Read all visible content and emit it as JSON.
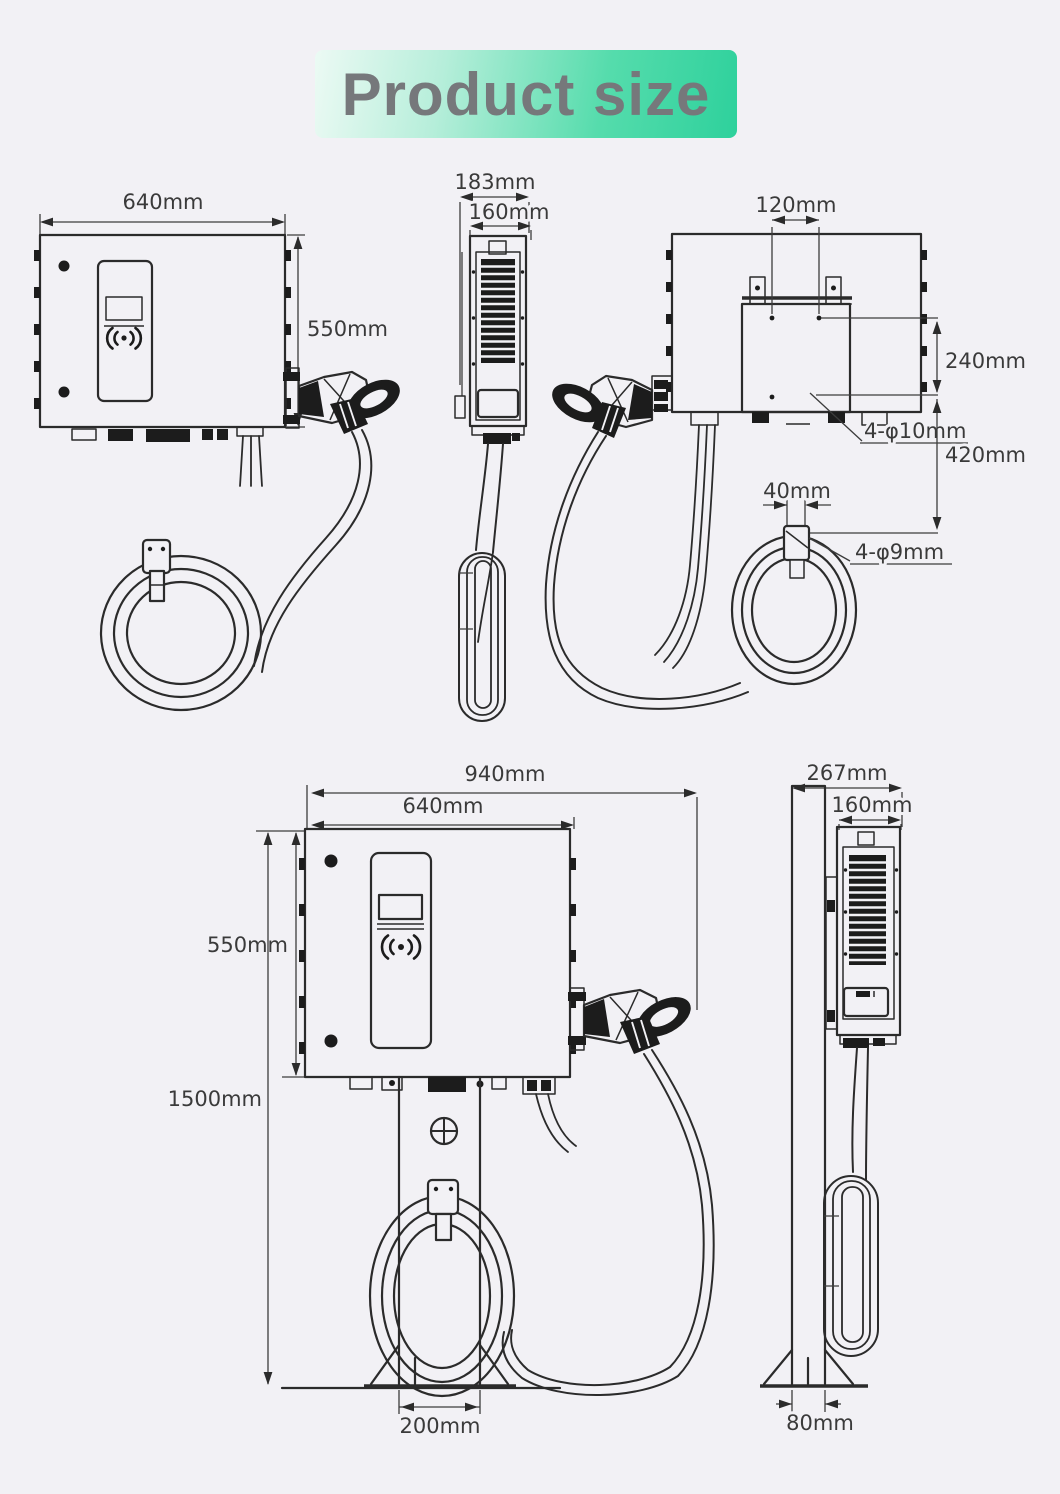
{
  "title": "Product size",
  "colors": {
    "page_bg": "#f2f1f5",
    "banner_start": "#ecfaf4",
    "banner_end": "#2ed19c",
    "title_text": "#76787b",
    "line": "#2b2b2b",
    "dim_text": "#3a3a3a"
  },
  "views": {
    "wall_front": {
      "label": "wall-mount front view",
      "width": "640mm",
      "height": "550mm"
    },
    "wall_side": {
      "label": "wall-mount side view",
      "depth": "183mm",
      "body_depth": "160mm"
    },
    "wall_rear": {
      "label": "wall-mount rear view",
      "bracket_hole_spacing": "120mm",
      "bracket_hole_drop": "240mm",
      "bracket_hole_size": "4-φ10mm",
      "hook_drop": "420mm",
      "hook_hole_spacing": "40mm",
      "hook_hole_size": "4-φ9mm"
    },
    "floor_front": {
      "label": "floor-stand front view",
      "overall_width": "940mm",
      "body_width": "640mm",
      "body_height": "550mm",
      "overall_height": "1500mm",
      "base_width": "200mm"
    },
    "floor_side": {
      "label": "floor-stand side view",
      "overall_depth": "267mm",
      "body_depth": "160mm",
      "pole_width": "80mm"
    }
  }
}
